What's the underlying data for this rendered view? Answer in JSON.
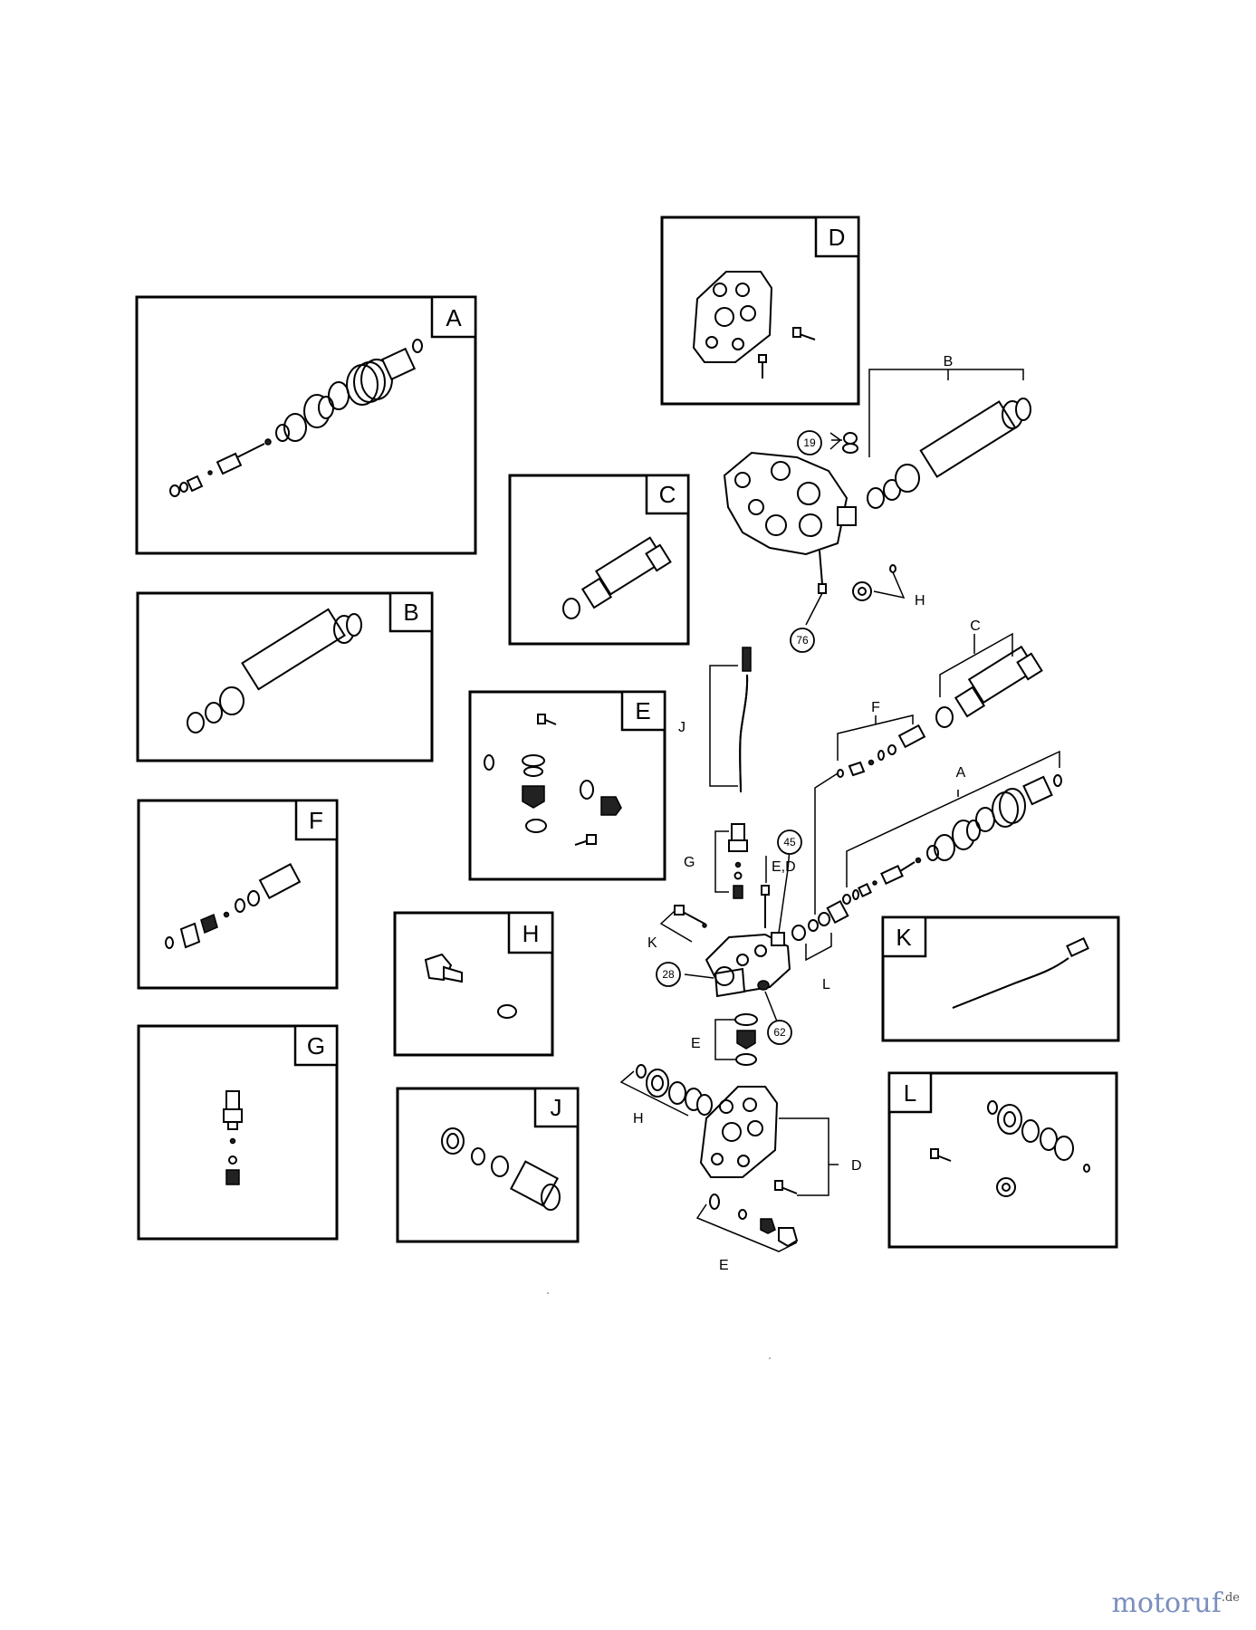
{
  "inset_boxes": [
    {
      "id": "A",
      "label": "A"
    },
    {
      "id": "B",
      "label": "B"
    },
    {
      "id": "C",
      "label": "C"
    },
    {
      "id": "D",
      "label": "D"
    },
    {
      "id": "E",
      "label": "E"
    },
    {
      "id": "F",
      "label": "F"
    },
    {
      "id": "G",
      "label": "G"
    },
    {
      "id": "H",
      "label": "H"
    },
    {
      "id": "J",
      "label": "J"
    },
    {
      "id": "K",
      "label": "K"
    },
    {
      "id": "L",
      "label": "L"
    }
  ],
  "callouts": {
    "A": "A",
    "B": "B",
    "C": "C",
    "D": "D",
    "E_top": "E",
    "E_bottom": "E",
    "ED": "E,D",
    "F": "F",
    "G": "G",
    "H_top": "H",
    "H_bottom": "H",
    "J": "J",
    "K": "K",
    "L": "L"
  },
  "ref_numbers": {
    "n19": "19",
    "n76": "76",
    "n45": "45",
    "n28": "28",
    "n62": "62"
  },
  "watermark": {
    "main": "motoruf",
    "suffix": ".de"
  }
}
